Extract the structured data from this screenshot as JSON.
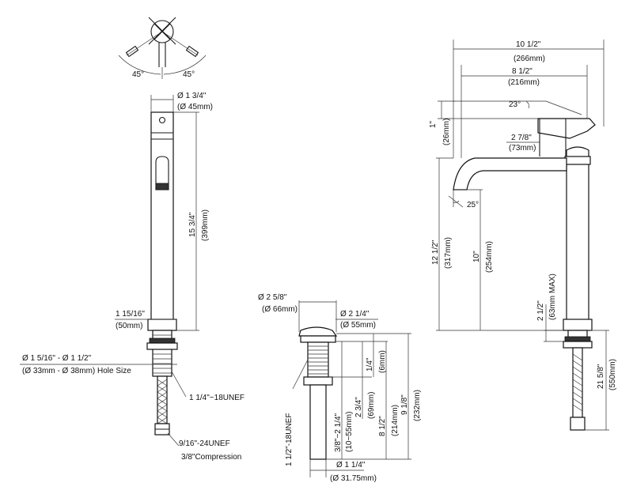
{
  "front_view": {
    "angle_left": "45°",
    "angle_right": "45°",
    "diam_top_in": "Ø 1 3/4\"",
    "diam_top_mm": "(Ø 45mm)",
    "height_in": "15 3/4\"",
    "height_mm": "(399mm)",
    "base_in": "1 15/16\"",
    "base_mm": "(50mm)",
    "hole_in": "Ø 1 5/16\" - Ø 1 1/2\"",
    "hole_mm": "(Ø 33mm - Ø 38mm) Hole Size",
    "thread": "1 1/4\"~18UNEF",
    "supply_thread": "9/16\"-24UNEF",
    "compression": "3/8\"Compression"
  },
  "drain": {
    "cap_in": "Ø 2 5/8\"",
    "cap_mm": "(Ø 66mm)",
    "flange_in": "Ø 2 1/4\"",
    "flange_mm": "(Ø 55mm)",
    "thread": "1 1/2\"-18UNEF",
    "thick_in": "1/4\"",
    "thick_mm": "(6mm)",
    "range_in": "3/8\"~2 1/4\"",
    "range_mm": "(10~55mm)",
    "h1_in": "2 3/4\"",
    "h1_mm": "(69mm)",
    "h2_in": "8 1/2\"",
    "h2_mm": "(214mm)",
    "h3_in": "9 1/8\"",
    "h3_mm": "(232mm)",
    "pipe_in": "Ø 1 1/4\"",
    "pipe_mm": "(Ø 31.75mm)"
  },
  "side_view": {
    "w1_in": "10 1/2\"",
    "w1_mm": "(266mm)",
    "w2_in": "8 1/2\"",
    "w2_mm": "(216mm)",
    "angle_top": "23°",
    "handle_in": "1\"",
    "handle_mm": "(26mm)",
    "w3_in": "2 7/8\"",
    "w3_mm": "(73mm)",
    "angle_spout": "25°",
    "h_spout_in": "12 1/2\"",
    "h_spout_mm": "(317mm)",
    "h_out_in": "10\"",
    "h_out_mm": "(254mm)",
    "deck_in": "2 1/2\"",
    "deck_mm": "(63mm MAX)",
    "total_in": "21 5/8\"",
    "total_mm": "(550mm)"
  }
}
